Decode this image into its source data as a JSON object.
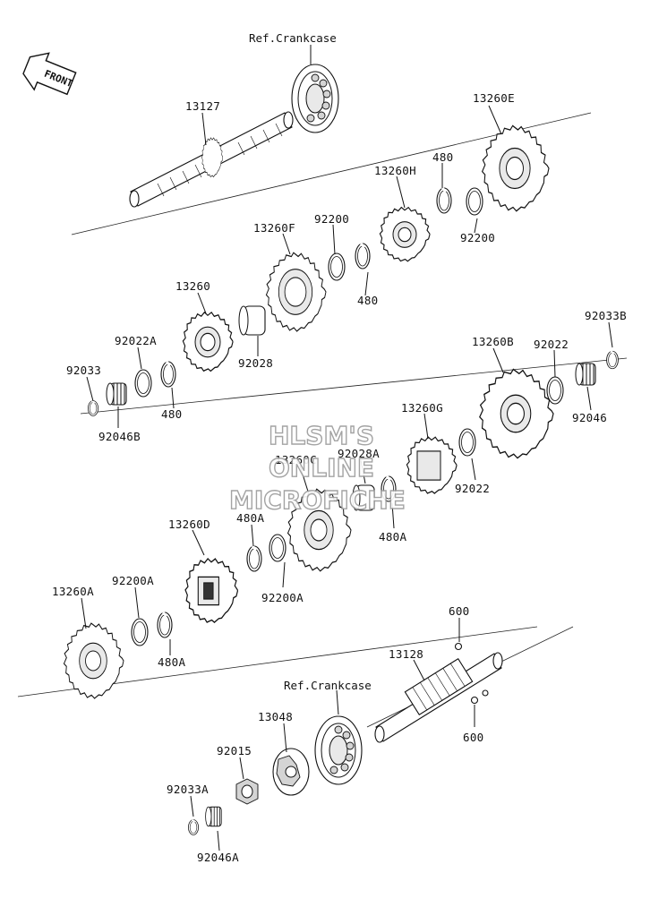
{
  "front_badge": {
    "label": "FRONT",
    "icon": "front-arrow-icon"
  },
  "references": [
    {
      "id": "ref-crankcase-top",
      "text": "Ref.Crankcase"
    },
    {
      "id": "ref-crankcase-bottom",
      "text": "Ref.Crankcase"
    }
  ],
  "part_labels": [
    {
      "id": "p-13127",
      "text": "13127"
    },
    {
      "id": "p-13260E",
      "text": "13260E"
    },
    {
      "id": "p-480-a1",
      "text": "480"
    },
    {
      "id": "p-13260H",
      "text": "13260H"
    },
    {
      "id": "p-92200-top",
      "text": "92200"
    },
    {
      "id": "p-13260F",
      "text": "13260F"
    },
    {
      "id": "p-92200-mid",
      "text": "92200"
    },
    {
      "id": "p-480-a2",
      "text": "480"
    },
    {
      "id": "p-13260",
      "text": "13260"
    },
    {
      "id": "p-92028",
      "text": "92028"
    },
    {
      "id": "p-92022A",
      "text": "92022A"
    },
    {
      "id": "p-92033",
      "text": "92033"
    },
    {
      "id": "p-480-a3",
      "text": "480"
    },
    {
      "id": "p-92046B",
      "text": "92046B"
    },
    {
      "id": "p-92033B",
      "text": "92033B"
    },
    {
      "id": "p-13260B",
      "text": "13260B"
    },
    {
      "id": "p-92022-top",
      "text": "92022"
    },
    {
      "id": "p-92046",
      "text": "92046"
    },
    {
      "id": "p-13260G",
      "text": "13260G"
    },
    {
      "id": "p-92022-mid",
      "text": "92022"
    },
    {
      "id": "p-92028A",
      "text": "92028A"
    },
    {
      "id": "p-13260C",
      "text": "13260C"
    },
    {
      "id": "p-480A-1",
      "text": "480A"
    },
    {
      "id": "p-480A-2",
      "text": "480A"
    },
    {
      "id": "p-13260D",
      "text": "13260D"
    },
    {
      "id": "p-92200A-1",
      "text": "92200A"
    },
    {
      "id": "p-92200A-2",
      "text": "92200A"
    },
    {
      "id": "p-13260A",
      "text": "13260A"
    },
    {
      "id": "p-480A-3",
      "text": "480A"
    },
    {
      "id": "p-600-top",
      "text": "600"
    },
    {
      "id": "p-13128",
      "text": "13128"
    },
    {
      "id": "p-600-bottom",
      "text": "600"
    },
    {
      "id": "p-13048",
      "text": "13048"
    },
    {
      "id": "p-92015",
      "text": "92015"
    },
    {
      "id": "p-92033A",
      "text": "92033A"
    },
    {
      "id": "p-92046A",
      "text": "92046A"
    }
  ],
  "watermark": {
    "line1": "HLSM'S",
    "line2": "ONLINE",
    "line3": "MICROFICHE"
  },
  "colors": {
    "ink": "#111111",
    "background": "#ffffff",
    "watermark_outline": "#9a9a9a"
  }
}
